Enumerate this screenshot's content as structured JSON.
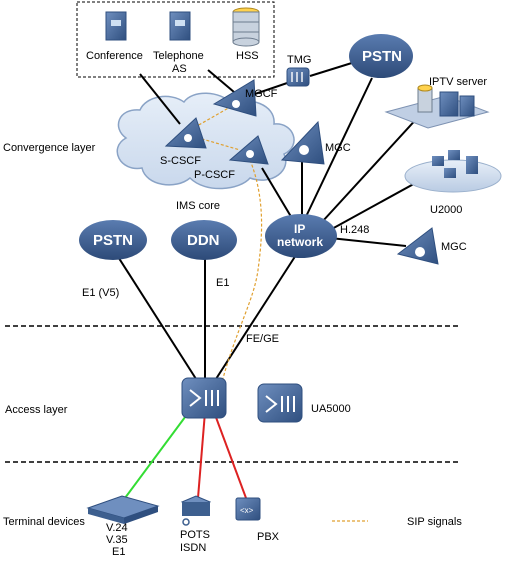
{
  "layers": {
    "convergence": "Convergence layer",
    "access": "Access layer",
    "terminal": "Terminal devices"
  },
  "top_box": {
    "conference": "Conference",
    "telephone_as_line1": "Telephone",
    "telephone_as_line2": "AS",
    "hss": "HSS"
  },
  "nodes": {
    "tmg": "TMG",
    "mgcf": "MGCF",
    "pstn_top": "PSTN",
    "iptv": "IPTV server",
    "mgc_upper": "MGC",
    "s_cscf": "S-CSCF",
    "p_cscf": "P-CSCF",
    "ims_core": "IMS core",
    "u2000": "U2000",
    "pstn_left": "PSTN",
    "ddn": "DDN",
    "ip_network_line1": "IP",
    "ip_network_line2": "network",
    "h248": "H.248",
    "mgc_right": "MGC",
    "ua5000": "UA5000"
  },
  "links": {
    "e1_v5": "E1 (V5)",
    "e1": "E1",
    "fe_ge": "FE/GE"
  },
  "terminals": {
    "v24": "V.24",
    "v35": "V.35",
    "e1": "E1",
    "pots": "POTS",
    "isdn": "ISDN",
    "pbx": "PBX"
  },
  "legend": {
    "sip": "SIP signals"
  },
  "colors": {
    "device_blue": "#3d5f8f",
    "cloud_blue": "#3b5b8c",
    "sip_line": "#e0a030",
    "green_link": "#33dd33",
    "red_link": "#dd2222"
  }
}
